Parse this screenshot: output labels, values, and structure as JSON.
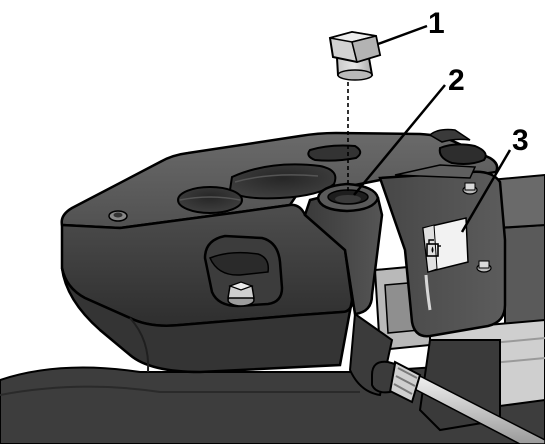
{
  "callouts": [
    {
      "number": "1",
      "part": "cap"
    },
    {
      "number": "2",
      "part": "fill-port"
    },
    {
      "number": "3",
      "part": "decal"
    }
  ],
  "colors": {
    "housing": "#4a4a4a",
    "housing_dark": "#2b2b2b",
    "housing_light": "#6e6e6e",
    "metal_light": "#d8d8d8",
    "metal_mid": "#a8a8a8",
    "decal_bg": "#f2f2f2",
    "ink": "#000000"
  },
  "icons": {
    "decal": "fuel-tank-icon"
  }
}
